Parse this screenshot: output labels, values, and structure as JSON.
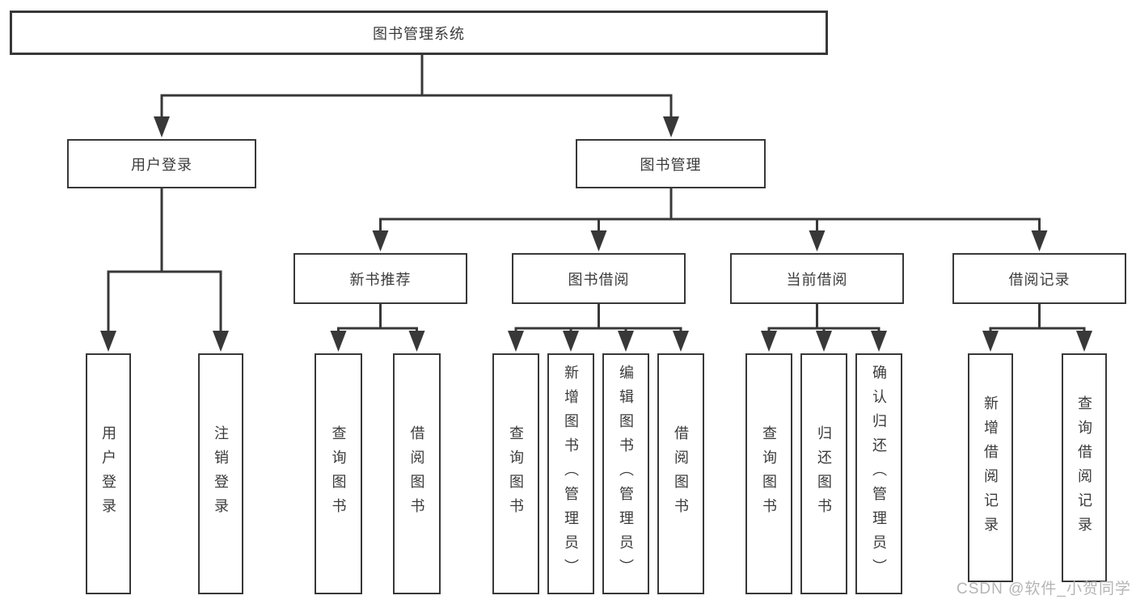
{
  "tree": {
    "root": {
      "label": "图书管理系统"
    },
    "branches": [
      {
        "label": "用户登录",
        "children": [
          {
            "label": "用户登录"
          },
          {
            "label": "注销登录"
          }
        ]
      },
      {
        "label": "图书管理",
        "children": [
          {
            "label": "新书推荐",
            "children": [
              {
                "label": "查询图书"
              },
              {
                "label": "借阅图书"
              }
            ]
          },
          {
            "label": "图书借阅",
            "children": [
              {
                "label": "查询图书"
              },
              {
                "label": "新增图书（管理员）"
              },
              {
                "label": "编辑图书（管理员）"
              },
              {
                "label": "借阅图书"
              }
            ]
          },
          {
            "label": "当前借阅",
            "children": [
              {
                "label": "查询图书"
              },
              {
                "label": "归还图书"
              },
              {
                "label": "确认归还（管理员）"
              }
            ]
          },
          {
            "label": "借阅记录",
            "children": [
              {
                "label": "新增借阅记录"
              },
              {
                "label": "查询借阅记录"
              }
            ]
          }
        ]
      }
    ]
  },
  "watermark": "CSDN @软件_小贺同学",
  "colors": {
    "line": "#383838",
    "text": "#3b3b3b",
    "watermark": "#b5b5b5",
    "background": "#ffffff"
  }
}
